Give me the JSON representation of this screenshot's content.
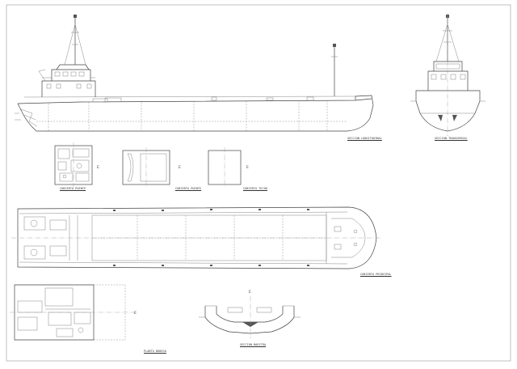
{
  "drawing": {
    "background": "#ffffff",
    "line_color": "#444444",
    "labels": {
      "longitudinal_section": "SECCION LONGITUDINAL",
      "transverse_section": "SECCION TRANSVERSAL",
      "wheelhouse_deck": "CUBIERTA PUENTE",
      "bridge_deck": "CUBIERTA PUENTE",
      "upper_deck": "CUBIERTA TECHO",
      "main_deck_plan": "CUBIERTA PRINCIPAL",
      "hold_plan": "PLANTA BODEGA",
      "midship_section": "SECCION MAESTRA"
    },
    "centerline_mark": "E"
  }
}
